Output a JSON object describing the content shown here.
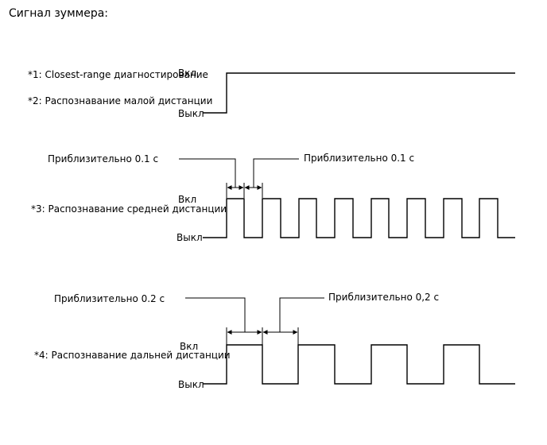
{
  "title": "Сигнал зуммера:",
  "state_on": "Вкл",
  "state_off": "Выкл",
  "section1": {
    "label1": "*1: Closest-range диагностирование",
    "label2": "*2: Распознавание малой дистанции"
  },
  "section2": {
    "label": "*3: Распознавание средней дистанции",
    "period_left": "Приблизительно 0.1 с",
    "period_right": "Приблизительно 0.1 с"
  },
  "section3": {
    "label": "*4: Распознавание дальней дистанции",
    "period_left": "Приблизительно 0.2 с",
    "period_right": "Приблизительно 0,2 с"
  }
}
